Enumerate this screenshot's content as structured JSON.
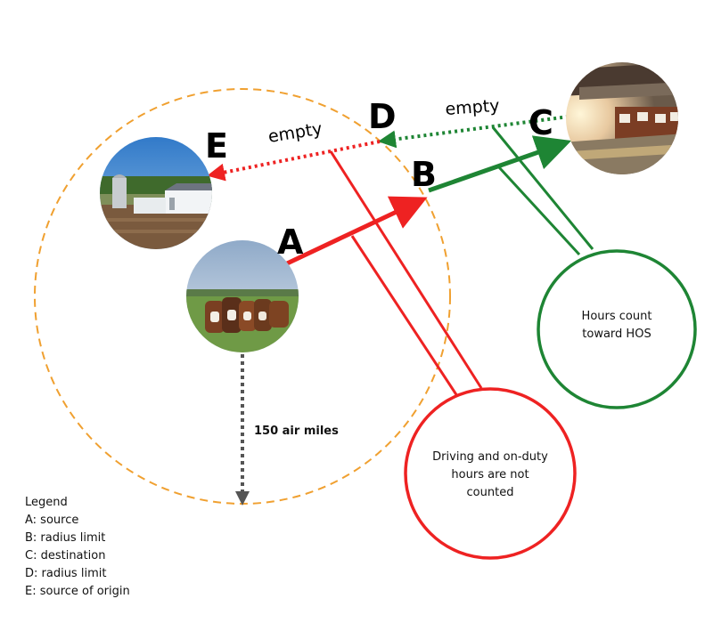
{
  "colors": {
    "red": "#ee2222",
    "green": "#1e8534",
    "orange_circle": "#f0a030",
    "gray_arrow": "#555555"
  },
  "points": {
    "a": "A",
    "b": "B",
    "c": "C",
    "d": "D",
    "e": "E"
  },
  "edges": {
    "empty_top_left": "empty",
    "empty_top_right": "empty"
  },
  "radius_label": "150 air miles",
  "callouts": {
    "green_line1": "Hours count",
    "green_line2": "toward HOS",
    "red_line1": "Driving and on-duty",
    "red_line2": "hours are not",
    "red_line3": "counted"
  },
  "photos": {
    "farm": "farm-photo",
    "cattle_field": "cattle-field-photo",
    "feedlot": "feedlot-barn-photo"
  },
  "legend": {
    "title": "Legend",
    "items": [
      "A: source",
      "B: radius limit",
      "C: destination",
      "D: radius limit",
      "E: source of origin"
    ]
  }
}
